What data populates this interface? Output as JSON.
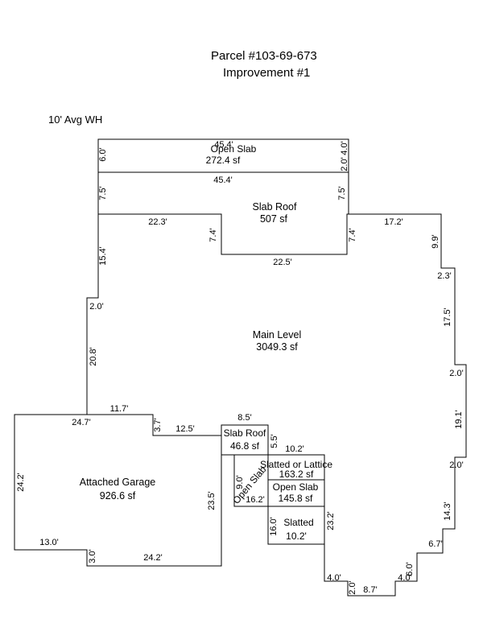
{
  "header": {
    "parcel": "Parcel #103-69-673",
    "improvement": "Improvement #1"
  },
  "note": "10' Avg WH",
  "areas": {
    "open_slab_top": {
      "name": "Open Slab",
      "area": "272.4 sf"
    },
    "slab_roof_top": {
      "name": "Slab Roof",
      "area": "507 sf"
    },
    "main_level": {
      "name": "Main Level",
      "area": "3049.3 sf"
    },
    "garage": {
      "name": "Attached Garage",
      "area": "926.6 sf"
    },
    "slab_roof_small": {
      "name": "Slab Roof",
      "area": "46.8 sf"
    },
    "slatted_lattice": {
      "name": "Slatted or Lattice",
      "area": "163.2 sf"
    },
    "open_slab_mid": {
      "name": "Open Slab",
      "area": "145.8 sf"
    },
    "open_slab_diag": {
      "name": "Open Slab"
    },
    "slatted": {
      "name": "Slatted",
      "area": "10.2'"
    }
  },
  "dimensions": {
    "top_width": "45.4'",
    "top_left_6": "6.0'",
    "top_right_2": "2.0'",
    "top_right_4": "4.0'",
    "roof_width": "45.4'",
    "roof_left": "7.5'",
    "roof_right": "7.5'",
    "notch_left_w": "22.3'",
    "notch_left_h": "7.4'",
    "notch_bottom": "22.5'",
    "notch_right_h": "7.4'",
    "right_17_2": "17.2'",
    "right_9_9": "9.9'",
    "right_2_3": "2.3'",
    "right_17_5": "17.5'",
    "right_2_0a": "2.0'",
    "right_19_1": "19.1'",
    "right_2_0b": "2.0'",
    "right_14_3": "14.3'",
    "right_6_7": "6.7'",
    "right_6_0": "6.0'",
    "bottom_4_0b": "4.0'",
    "bottom_8_7": "8.7'",
    "bottom_2_0": "2.0'",
    "bottom_4_0a": "4.0'",
    "left_23_2": "23.2'",
    "left_15_4": "15.4'",
    "left_2_0": "2.0'",
    "left_20_8": "20.8'",
    "left_11_7": "11.7'",
    "garage_top": "24.7'",
    "garage_3_7": "3.7'",
    "garage_12_5": "12.5'",
    "garage_left": "24.2'",
    "garage_13_0": "13.0'",
    "garage_3_0": "3.0'",
    "garage_bottom": "24.2'",
    "garage_right": "23.5'",
    "small_roof_top": "8.5'",
    "small_roof_5_5": "5.5'",
    "dim_10_2a": "10.2'",
    "dim_9_0": "9.0'",
    "dim_16_2": "16.2'",
    "dim_16_0": "16.0'"
  }
}
